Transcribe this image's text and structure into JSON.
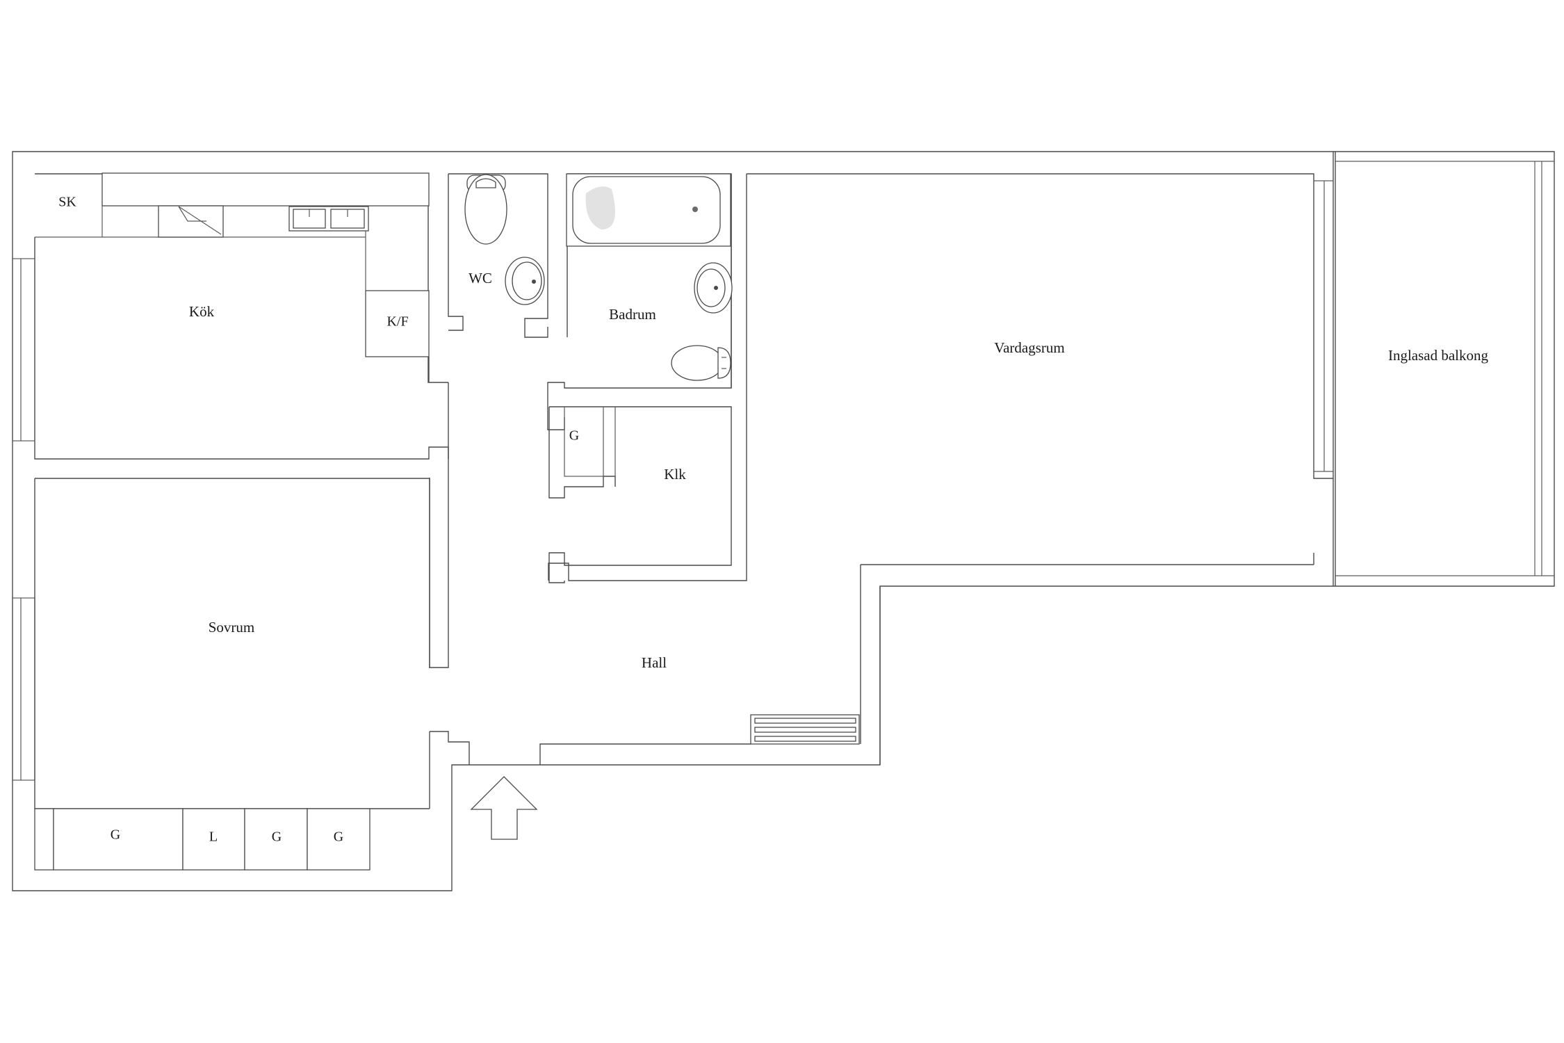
{
  "floorplan": {
    "rooms": {
      "sk": "SK",
      "kok": "Kök",
      "kf": "K/F",
      "wc": "WC",
      "badrum": "Badrum",
      "vardagsrum": "Vardagsrum",
      "inglasad_balkong": "Inglasad balkong",
      "g_hall": "G",
      "klk": "Klk",
      "sovrum": "Sovrum",
      "hall": "Hall"
    },
    "wardrobes": [
      "G",
      "L",
      "G",
      "G"
    ]
  }
}
